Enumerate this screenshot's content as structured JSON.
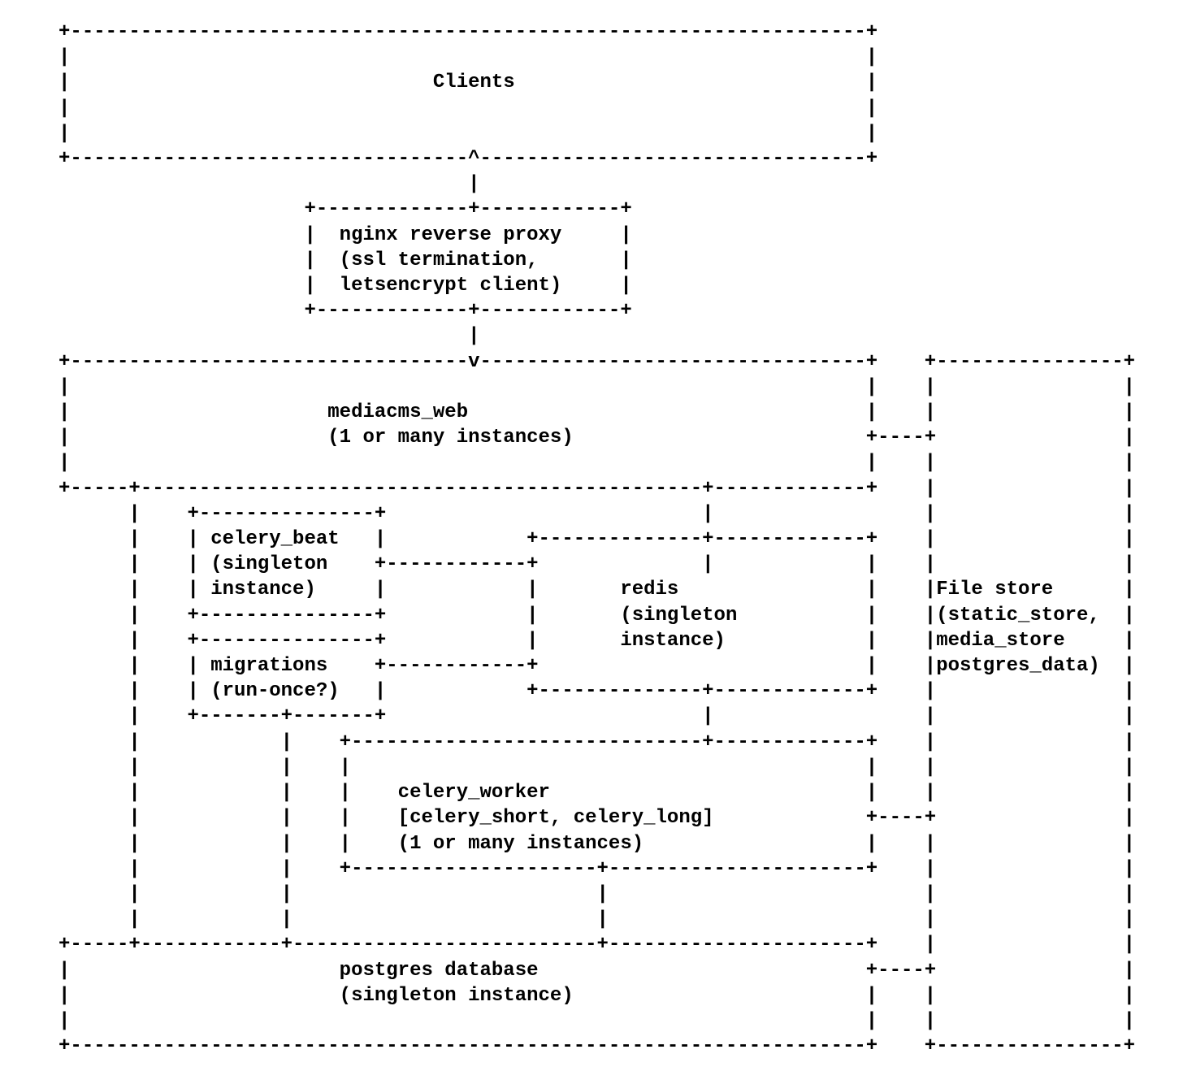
{
  "diagram": {
    "colors": {
      "background": "#ffffff",
      "foreground": "#000000"
    },
    "nodes": [
      {
        "id": "clients",
        "label": "Clients"
      },
      {
        "id": "nginx-reverse-proxy",
        "label": "nginx reverse proxy",
        "sublabel": "(ssl termination, letsencrypt client)"
      },
      {
        "id": "mediacms-web",
        "label": "mediacms_web",
        "sublabel": "(1 or many instances)"
      },
      {
        "id": "celery-beat",
        "label": "celery_beat",
        "sublabel": "(singleton instance)"
      },
      {
        "id": "migrations",
        "label": "migrations",
        "sublabel": "(run-once?)"
      },
      {
        "id": "redis",
        "label": "redis",
        "sublabel": "(singleton instance)"
      },
      {
        "id": "file-store",
        "label": "File store",
        "sublabel": "(static_store, media_store postgres_data)"
      },
      {
        "id": "celery-worker",
        "label": "celery_worker",
        "sublabel": "[celery_short, celery_long] (1 or many instances)"
      },
      {
        "id": "postgres-database",
        "label": "postgres database",
        "sublabel": "(singleton instance)"
      }
    ],
    "ascii_lines": [
      "     +--------------------------------------------------------------------+",
      "     |                                                                    |",
      "     |                               Clients                              |",
      "     |                                                                    |",
      "     |                                                                    |",
      "     +----------------------------------^---------------------------------+",
      "                                        |",
      "                          +-------------+------------+",
      "                          |  nginx reverse proxy     |",
      "                          |  (ssl termination,       |",
      "                          |  letsencrypt client)     |",
      "                          +-------------+------------+",
      "                                        |",
      "     +----------------------------------v---------------------------------+    +----------------+",
      "     |                                                                    |    |                |",
      "     |                      mediacms_web                                  |    |                |",
      "     |                      (1 or many instances)                         +----+                |",
      "     |                                                                    |    |                |",
      "     +-----+------------------------------------------------+-------------+    |                |",
      "           |    +---------------+                           |                  |                |",
      "           |    | celery_beat   |            +--------------+-------------+    |                |",
      "           |    | (singleton    +------------+              |             |    |                |",
      "           |    | instance)     |            |       redis                |    |File store      |",
      "           |    +---------------+            |       (singleton           |    |(static_store,  |",
      "           |    +---------------+            |       instance)            |    |media_store     |",
      "           |    | migrations    +------------+                            |    |postgres_data)  |",
      "           |    | (run-once?)   |            +--------------+-------------+    |                |",
      "           |    +-------+-------+                           |                  |                |",
      "           |            |    +------------------------------+-------------+    |                |",
      "           |            |    |                                            |    |                |",
      "           |            |    |    celery_worker                           |    |                |",
      "           |            |    |    [celery_short, celery_long]             +----+                |",
      "           |            |    |    (1 or many instances)                   |    |                |",
      "           |            |    +---------------------+----------------------+    |                |",
      "           |            |                          |                           |                |",
      "           |            |                          |                           |                |",
      "     +-----+------------+--------------------------+----------------------+    |                |",
      "     |                       postgres database                            +----+                |",
      "     |                       (singleton instance)                         |    |                |",
      "     |                                                                    |    |                |",
      "     +--------------------------------------------------------------------+    +----------------+"
    ]
  }
}
